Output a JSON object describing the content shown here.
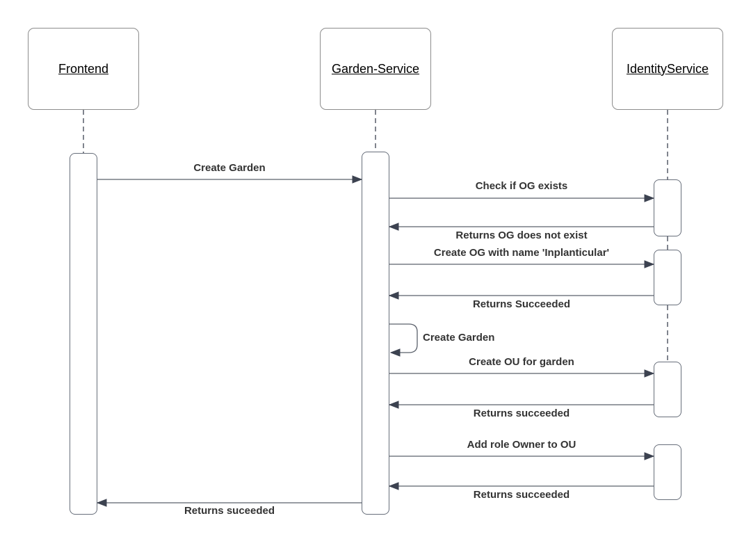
{
  "participants": [
    {
      "id": "frontend",
      "label": "Frontend"
    },
    {
      "id": "garden-service",
      "label": "Garden-Service"
    },
    {
      "id": "identity-service",
      "label": "IdentityService"
    }
  ],
  "messages": [
    {
      "label": "Create Garden",
      "from": "frontend",
      "to": "garden-service",
      "direction": "right"
    },
    {
      "label": "Check if OG exists",
      "from": "garden-service",
      "to": "identity-service",
      "direction": "right"
    },
    {
      "label": "Returns OG does not exist",
      "from": "identity-service",
      "to": "garden-service",
      "direction": "left"
    },
    {
      "label": "Create OG with name 'Inplanticular'",
      "from": "garden-service",
      "to": "identity-service",
      "direction": "right"
    },
    {
      "label": "Returns Succeeded",
      "from": "identity-service",
      "to": "garden-service",
      "direction": "left"
    },
    {
      "label": "Create Garden",
      "from": "garden-service",
      "to": "garden-service",
      "direction": "self"
    },
    {
      "label": "Create OU for garden",
      "from": "garden-service",
      "to": "identity-service",
      "direction": "right"
    },
    {
      "label": "Returns succeeded",
      "from": "identity-service",
      "to": "garden-service",
      "direction": "left"
    },
    {
      "label": "Add role Owner to OU",
      "from": "garden-service",
      "to": "identity-service",
      "direction": "right"
    },
    {
      "label": "Returns succeeded",
      "from": "identity-service",
      "to": "garden-service",
      "direction": "left"
    },
    {
      "label": "Returns suceeded",
      "from": "garden-service",
      "to": "frontend",
      "direction": "left"
    }
  ],
  "colors": {
    "background": "#ffffff",
    "line": "#5b616b",
    "arrowhead": "#3c4250",
    "lifeline": "#3c4250",
    "box_border": "#8c8c8c",
    "bar_border": "#676e7a",
    "label_text": "#333333",
    "participant_text": "#000000"
  }
}
